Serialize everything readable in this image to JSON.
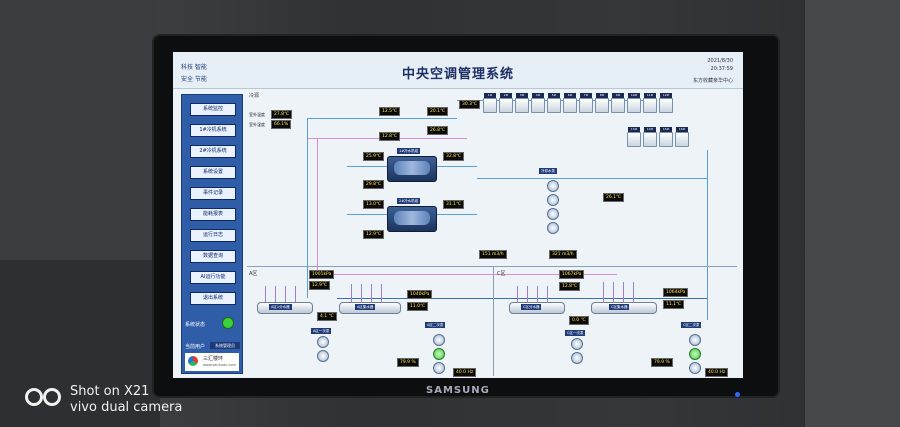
{
  "header": {
    "title": "中央空调管理系统",
    "slogan_line1": "科技 智能",
    "slogan_line2": "安全 节能",
    "date": "2021/8/30",
    "time": "20:37:59",
    "org": "东方收藏亲华中心"
  },
  "sidebar": {
    "nav": [
      {
        "label": "系统监控"
      },
      {
        "label": "1#冷机系统"
      },
      {
        "label": "2#冷机系统"
      },
      {
        "label": "系统设置"
      },
      {
        "label": "事件记录"
      },
      {
        "label": "能耗报表"
      },
      {
        "label": "运行日志"
      },
      {
        "label": "数据查询"
      },
      {
        "label": "AI运行功能"
      },
      {
        "label": "退出系统"
      }
    ],
    "system_status_label": "系统状态",
    "current_user_label": "当前用户",
    "current_user_value": "系统管理员",
    "logo_name": "三汇楼环",
    "logo_url": "www.sanhuan.com"
  },
  "diagram": {
    "section_main": "冷源",
    "outdoor_temp_label": "室外温度",
    "outdoor_temp": "27.8℃",
    "outdoor_hum_label": "室外湿度",
    "outdoor_hum": "66.1%",
    "top_values": [
      "12.5℃",
      "12.8℃",
      "20.1℃",
      "26.8℃",
      "30.3℃"
    ],
    "chiller1_label": "1#冷水机组",
    "chiller1_in": "25.9℃",
    "chiller1_out": "32.8℃",
    "chiller1_low": "29.8℃",
    "chiller2_label": "2#冷水机组",
    "chiller2_in": "13.0℃",
    "chiller2_out": "31.1℃",
    "chiller2_low": "12.9℃",
    "cooling_pump_label": "冷却水泵",
    "cooling_pump_temp": "26.1℃",
    "flow1": "151 m3/h",
    "flow2": "321 m3/h",
    "towers": [
      "1#",
      "2#",
      "3#",
      "4#",
      "5#",
      "6#",
      "7#",
      "8#",
      "9#",
      "10#",
      "11#",
      "12#",
      "13#",
      "14#",
      "15#",
      "16#"
    ],
    "area_a": "A区",
    "area_a_vals": [
      "1001kPa",
      "12.9℃",
      "4.1 ℃",
      "1040kPa",
      "11.0℃"
    ],
    "area_a_hex1": "A区1分水器",
    "area_a_hex2": "A区集水器",
    "area_a_pump1": "A区一次泵",
    "area_a_pump2": "A区二次泵",
    "area_a_bottom": "79.9 %",
    "area_a_bottom2": "40.0 Hz",
    "area_c": "C区",
    "area_c_vals": [
      "1067kPa",
      "12.8℃",
      "0.0 ℃",
      "1064kPa",
      "11.1℃"
    ],
    "area_c_hex1": "C区分水器",
    "area_c_hex2": "C区集水器",
    "area_c_pump1": "C区一次泵",
    "area_c_pump2": "C区二次泵",
    "area_c_bottom": "79.9 %",
    "area_c_bottom2": "40.0 Hz"
  },
  "monitor": {
    "brand": "SAMSUNG"
  },
  "watermark": {
    "line1": "Shot on X21",
    "line2": "vivo dual camera"
  }
}
